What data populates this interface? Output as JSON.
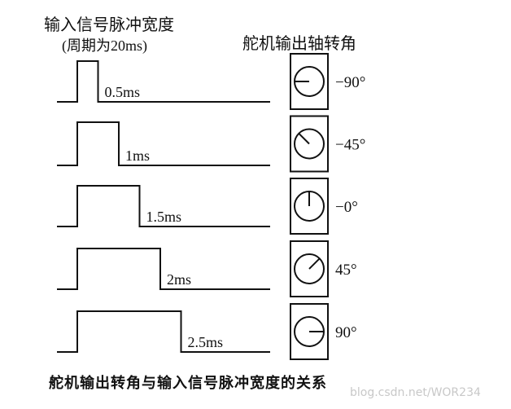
{
  "header": {
    "pulse_title": "输入信号脉冲宽度",
    "pulse_subtitle": "(周期为20ms)",
    "angle_title": "舵机输出轴转角"
  },
  "rows": [
    {
      "pulse_ms": 0.5,
      "pulse_label": "0.5ms",
      "angle_deg": -90,
      "angle_label": "−90°"
    },
    {
      "pulse_ms": 1.0,
      "pulse_label": "1ms",
      "angle_deg": -45,
      "angle_label": "−45°"
    },
    {
      "pulse_ms": 1.5,
      "pulse_label": "1.5ms",
      "angle_deg": 0,
      "angle_label": "−0°"
    },
    {
      "pulse_ms": 2.0,
      "pulse_label": "2ms",
      "angle_deg": 45,
      "angle_label": "45°"
    },
    {
      "pulse_ms": 2.5,
      "pulse_label": "2.5ms",
      "angle_deg": 90,
      "angle_label": "90°"
    }
  ],
  "caption": "舵机输出转角与输入信号脉冲宽度的关系",
  "watermark": "blog.csdn.net/WOR234"
}
